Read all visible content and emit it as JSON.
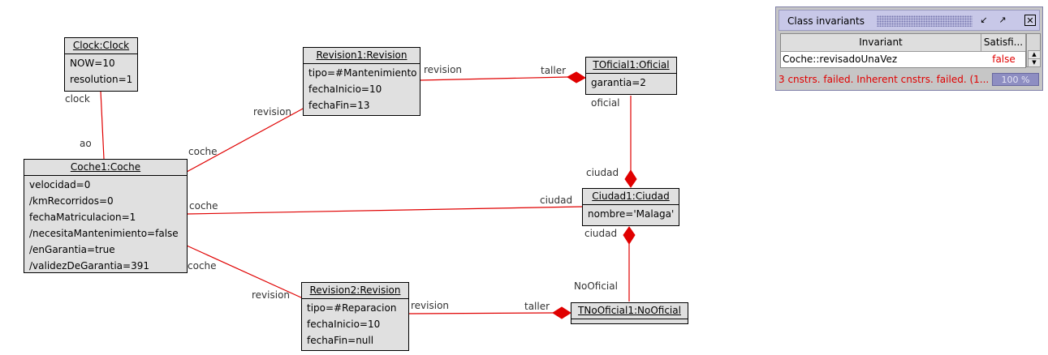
{
  "objects": {
    "clock": {
      "header": "Clock:Clock",
      "attrs": [
        "NOW=10",
        "resolution=1"
      ]
    },
    "coche": {
      "header": "Coche1:Coche",
      "attrs": [
        "velocidad=0",
        "/kmRecorridos=0",
        "fechaMatriculacion=1",
        "/necesitaMantenimiento=false",
        "/enGarantia=true",
        "/validezDeGarantia=391"
      ]
    },
    "revision1": {
      "header": "Revision1:Revision",
      "attrs": [
        "tipo=#Mantenimiento",
        "fechaInicio=10",
        "fechaFin=13"
      ]
    },
    "revision2": {
      "header": "Revision2:Revision",
      "attrs": [
        "tipo=#Reparacion",
        "fechaInicio=10",
        "fechaFin=null"
      ]
    },
    "toficial": {
      "header": "TOficial1:Oficial",
      "attrs": [
        "garantia=2"
      ]
    },
    "ciudad": {
      "header": "Ciudad1:Ciudad",
      "attrs": [
        "nombre='Malaga'"
      ]
    },
    "tnooficial": {
      "header": "TNoOficial1:NoOficial",
      "attrs": []
    }
  },
  "roles": {
    "clock": "clock",
    "ao": "ao",
    "coche_top": "coche",
    "revision_top": "revision",
    "coche_mid": "coche",
    "ciudad_mid": "ciudad",
    "coche_bot": "coche",
    "revision_bot": "revision",
    "revision_r1": "revision",
    "taller_r1": "taller",
    "oficial": "oficial",
    "ciudad_of": "ciudad",
    "ciudad_no": "ciudad",
    "nooficial": "NoOficial",
    "revision_r2": "revision",
    "taller_r2": "taller"
  },
  "invariants_window": {
    "title": "Class invariants",
    "columns": [
      "Invariant",
      "Satisfi..."
    ],
    "rows": [
      {
        "invariant": "Coche::revisadoUnaVez",
        "satisfied": "false"
      }
    ],
    "status": "3 cnstrs. failed. Inherent cnstrs. failed. (1...",
    "progress": "100 %",
    "colors": {
      "fail": "#e00000",
      "title_bg": "#c8c8e8",
      "progress_bg": "#8e8ec2"
    }
  },
  "colors": {
    "link": "#e00000",
    "object_bg": "#e0e0e0"
  }
}
